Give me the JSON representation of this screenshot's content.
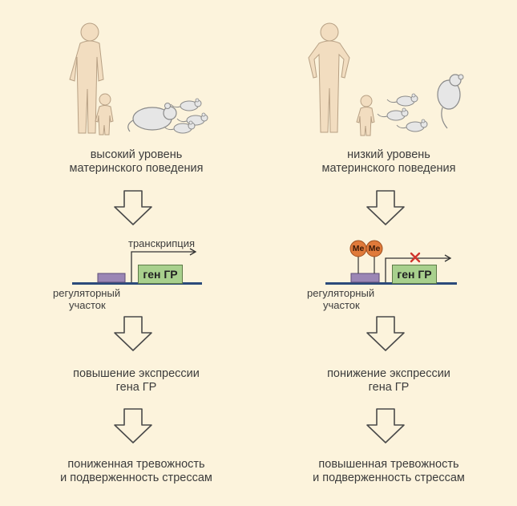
{
  "left": {
    "behavior_line1": "высокий уровень",
    "behavior_line2": "материнского поведения",
    "transcription_label": "транскрипция",
    "gene_label": "ген ГР",
    "region_line1": "регуляторный",
    "region_line2": "участок",
    "expression_line1": "повышение экспрессии",
    "expression_line2": "гена ГР",
    "outcome_line1": "пониженная тревожность",
    "outcome_line2": "и подверженность стрессам"
  },
  "right": {
    "behavior_line1": "низкий уровень",
    "behavior_line2": "материнского поведения",
    "methyl_label_1": "Me",
    "methyl_label_2": "Me",
    "gene_label": "ген ГР",
    "region_line1": "регуляторный",
    "region_line2": "участок",
    "expression_line1": "понижение экспрессии",
    "expression_line2": "гена ГР",
    "outcome_line1": "повышенная тревожность",
    "outcome_line2": "и подверженность стрессам"
  },
  "colors": {
    "background": "#fcf3dc",
    "figure_fill": "#f2ddc0",
    "rat_fill": "#e6e6e6",
    "dna_line": "#2b4a7a",
    "regulatory_region": "#9b86b5",
    "gene_box": "#a8d08d",
    "methyl": "#e07a3a",
    "block_mark": "#d0342c"
  }
}
